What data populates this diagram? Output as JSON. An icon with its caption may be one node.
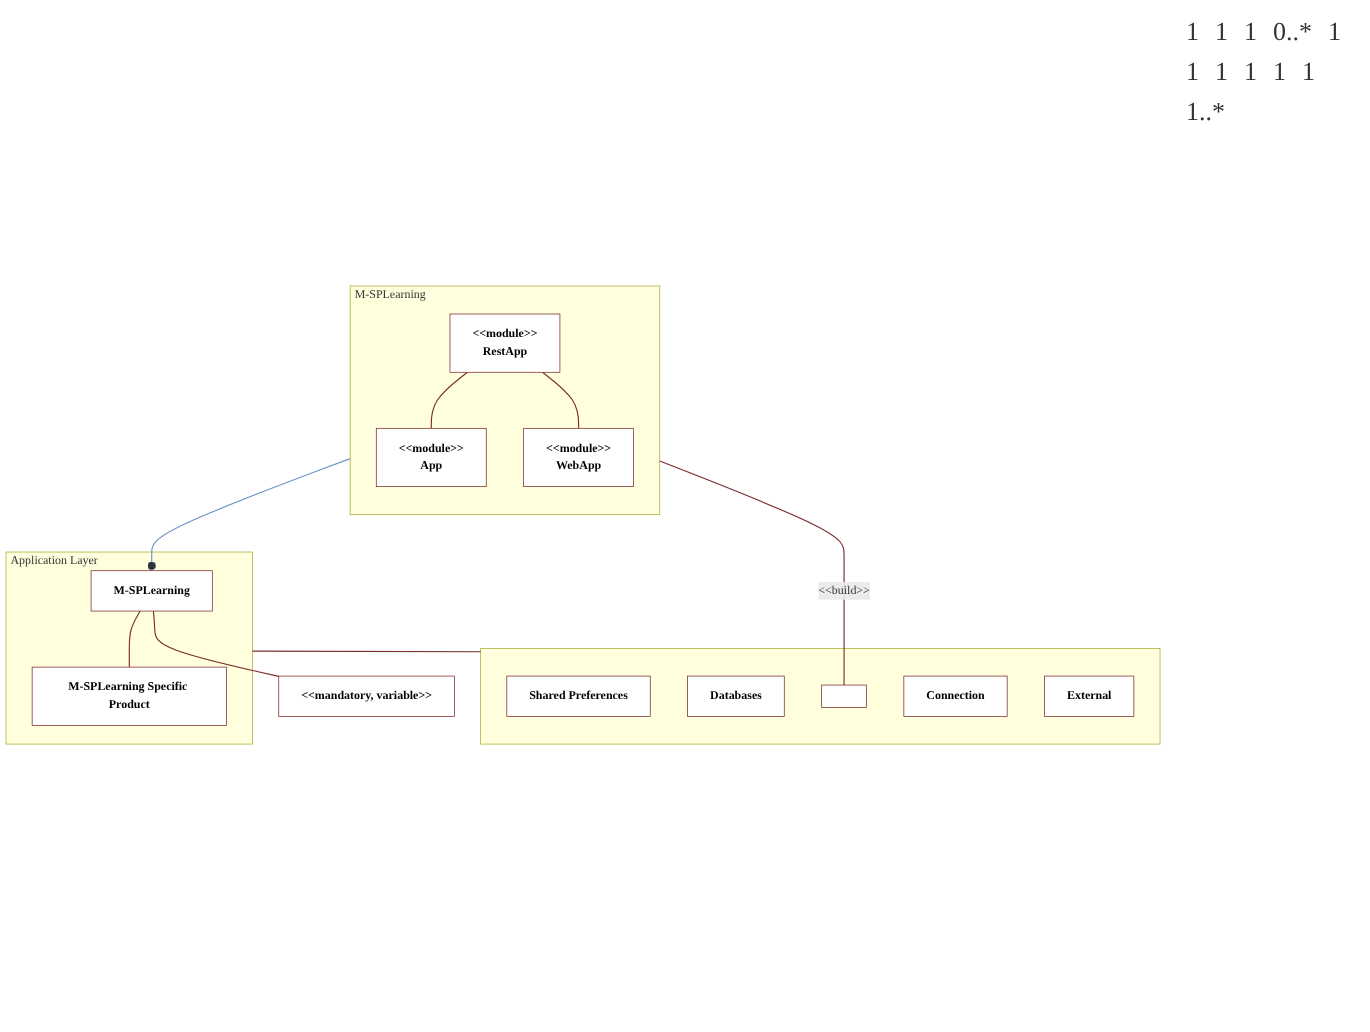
{
  "diagram": {
    "nodes": [
      {
        "text": [
          "Application Layer"
        ]
      },
      {
        "text": [
          "M-SPLearning"
        ],
        "in": 0
      },
      {
        "text": [
          "M-SPLearning Specific Product"
        ],
        "in": 0
      },
      {
        "text": [
          "<<mandatory, variable>>"
        ]
      },
      {
        "text": [],
        "shape": "box"
      },
      {
        "text": [
          "Shared Preferences"
        ],
        "in": 4
      },
      {
        "text": [
          "Databases"
        ],
        "in": 4
      },
      {
        "text": [],
        "shape": "box",
        "in": 4
      },
      {
        "text": [
          "Connection"
        ],
        "in": 4
      },
      {
        "text": [
          "External"
        ],
        "in": 4
      },
      {
        "text": [
          "M-SPLearning"
        ]
      },
      {
        "text": [
          "<<module>>",
          "App"
        ],
        "in": 10
      },
      {
        "text": [
          "<<module>>",
          "RestApp"
        ],
        "in": 10
      },
      {
        "text": [
          "<<module>>",
          "WebApp"
        ],
        "in": 10
      }
    ],
    "edges": [
      {
        "from": 1,
        "to": 3,
        "arrow": "none"
      },
      {
        "from": 1,
        "to": 2,
        "arrow": "none"
      },
      {
        "from": 0,
        "to": 4,
        "arrow": "none"
      },
      {
        "from": 10,
        "to": 1,
        "arrow": "other",
        "color": "#6f93c9"
      },
      {
        "from": 12,
        "to": 11,
        "arrow": "none"
      },
      {
        "from": 12,
        "to": 13,
        "arrow": "none"
      },
      {
        "from": 10,
        "to": 7,
        "arrow": "none",
        "label": "<<build>>"
      }
    ],
    "labels": [
      "1",
      "1",
      "1",
      "0..*",
      "1",
      "1",
      "1",
      "1",
      "1",
      "1",
      "1..*"
    ]
  }
}
